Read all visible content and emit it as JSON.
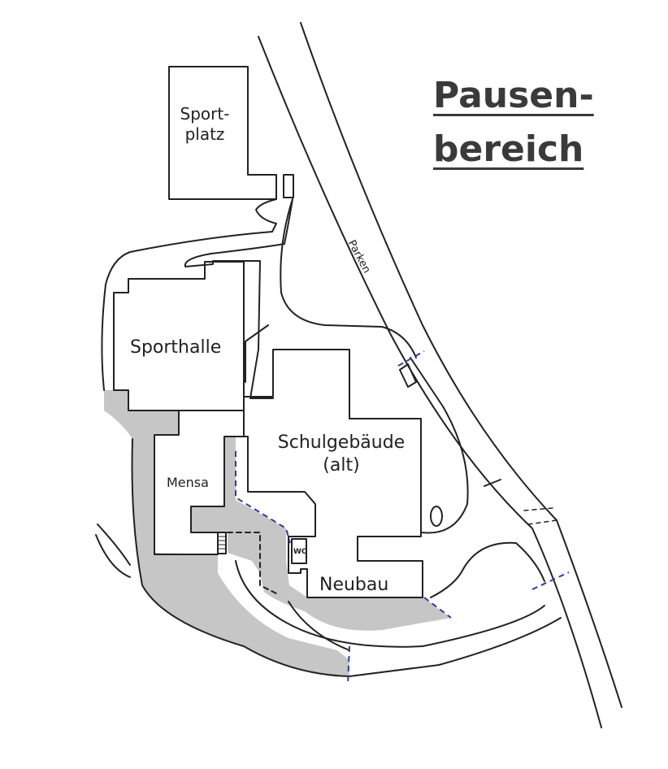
{
  "title": {
    "line1": "Pausen-",
    "line2": "bereich"
  },
  "labels": {
    "sportplatz_1": "Sport-",
    "sportplatz_2": "platz",
    "sporthalle": "Sporthalle",
    "schulgebaeude_1": "Schulgebäude",
    "schulgebaeude_2": "(alt)",
    "mensa": "Mensa",
    "wc": "WC",
    "neubau": "Neubau",
    "parken": "Parken"
  },
  "colors": {
    "ink": "#222222",
    "shade": "#c6c6c6",
    "boundary": "#2a3f9e"
  }
}
